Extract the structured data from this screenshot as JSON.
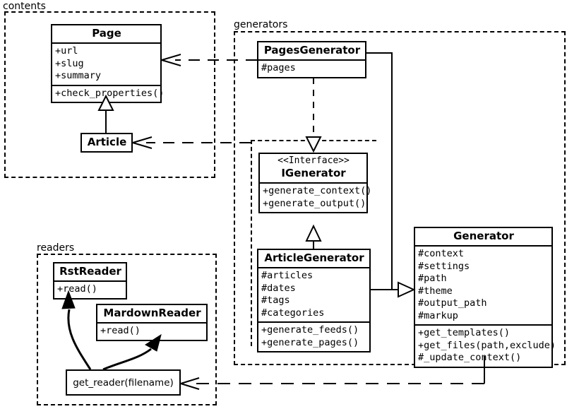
{
  "diagram": {
    "title": "Pelican architecture UML class diagram",
    "packages": [
      {
        "id": "contents",
        "label": "contents"
      },
      {
        "id": "generators",
        "label": "generators"
      },
      {
        "id": "readers",
        "label": "readers"
      }
    ]
  },
  "classes": {
    "page": {
      "name": "Page",
      "attributes": [
        "+url",
        "+slug",
        "+summary"
      ],
      "operations": [
        "+check_properties()"
      ]
    },
    "article": {
      "name": "Article",
      "attributes": [],
      "operations": []
    },
    "pages_generator": {
      "name": "PagesGenerator",
      "attributes": [
        "#pages"
      ],
      "operations": []
    },
    "igenerator": {
      "stereotype": "<<Interface>>",
      "name": "IGenerator",
      "attributes": [],
      "operations": [
        "+generate_context()",
        "+generate_output()"
      ]
    },
    "article_generator": {
      "name": "ArticleGenerator",
      "attributes": [
        "#articles",
        "#dates",
        "#tags",
        "#categories"
      ],
      "operations": [
        "+generate_feeds()",
        "+generate_pages()"
      ]
    },
    "generator": {
      "name": "Generator",
      "attributes": [
        "#context",
        "#settings",
        "#path",
        "#theme",
        "#output_path",
        "#markup"
      ],
      "operations": [
        "+get_templates()",
        "+get_files(path,exclude)",
        "#_update_context()"
      ]
    },
    "rst_reader": {
      "name": "RstReader",
      "attributes": [],
      "operations": [
        "+read()"
      ]
    },
    "mardown_reader": {
      "name": "MardownReader",
      "attributes": [],
      "operations": [
        "+read()"
      ]
    }
  },
  "functions": {
    "get_reader": {
      "label": "get_reader(filename)"
    }
  },
  "colors": {
    "stroke": "#000000",
    "background": "#ffffff"
  }
}
